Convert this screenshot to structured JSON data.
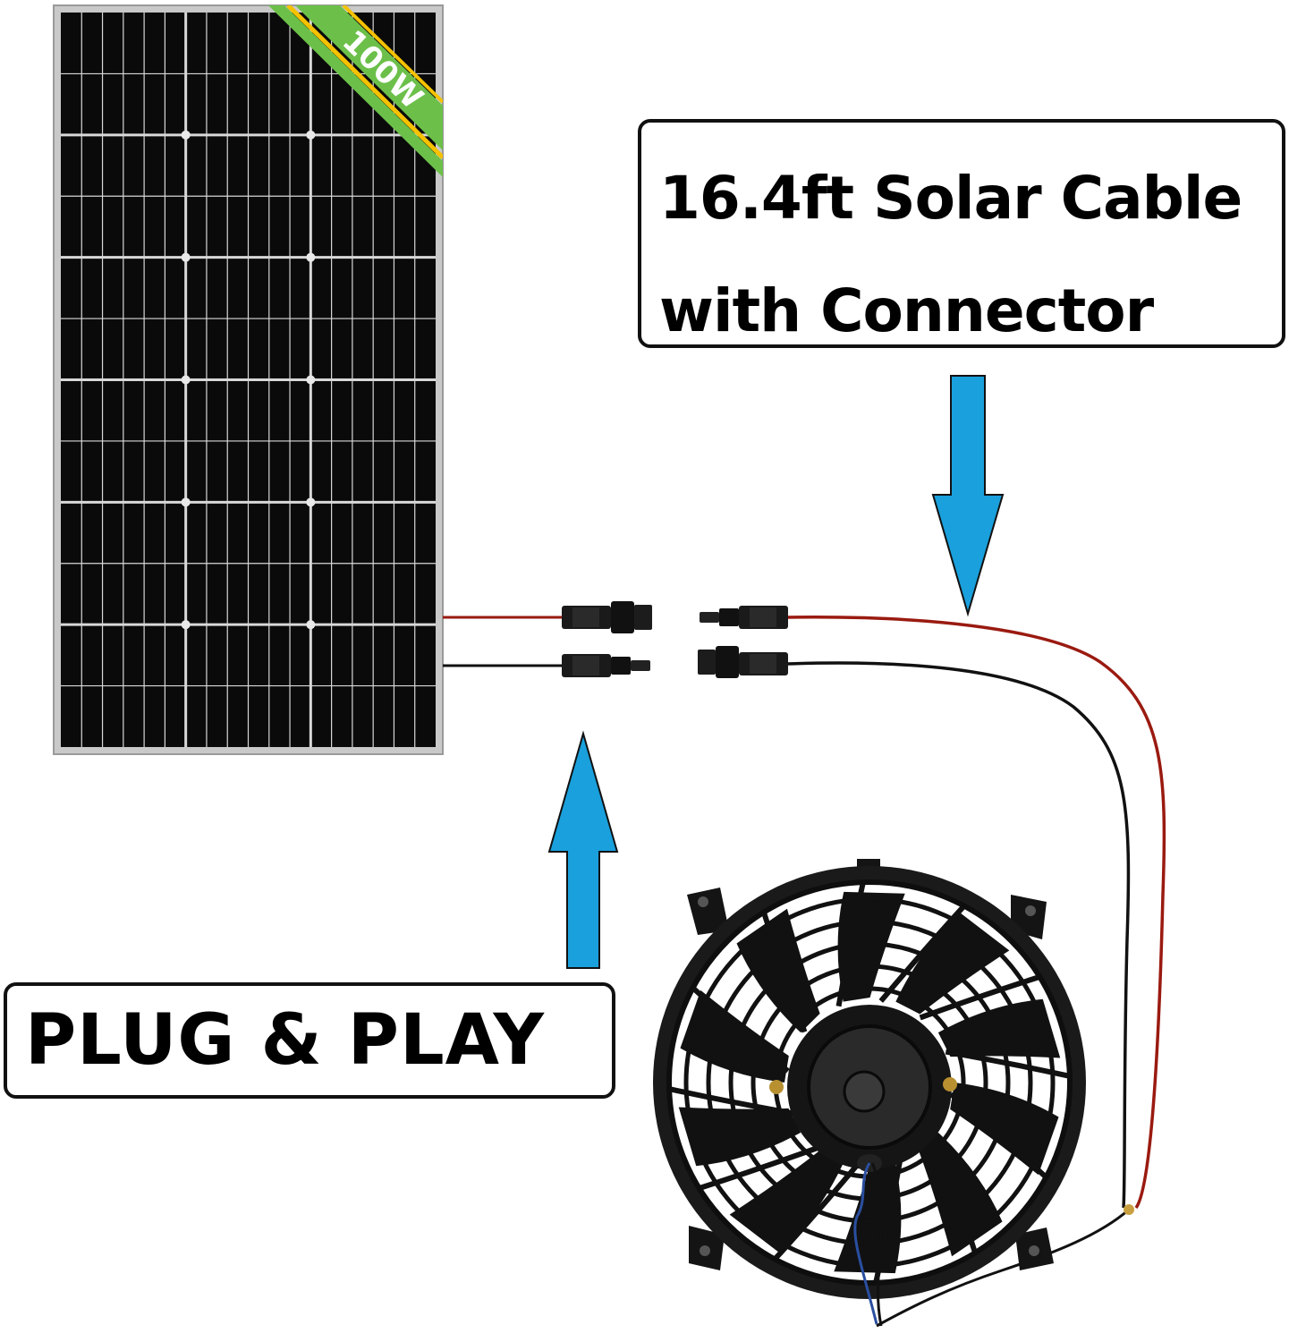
{
  "panel": {
    "badge": "100W"
  },
  "callouts": {
    "cable_line1": "16.4ft Solar Cable",
    "cable_line2": "with Connector",
    "plug": "PLUG & PLAY"
  },
  "colors": {
    "arrow": "#1aa0dc",
    "panel_frame": "#c8c8c8",
    "panel_cell": "#0b0b0b",
    "badge_green": "#6cc04a",
    "badge_stripe": "#f5c200",
    "wire_red": "#9a1a10",
    "wire_black": "#111111"
  },
  "icons": {
    "panel": "solar-panel-icon",
    "fan": "radiator-fan-icon",
    "connector": "mc4-connector-icon",
    "arrow_down": "arrow-down-icon",
    "arrow_up": "arrow-up-icon"
  }
}
